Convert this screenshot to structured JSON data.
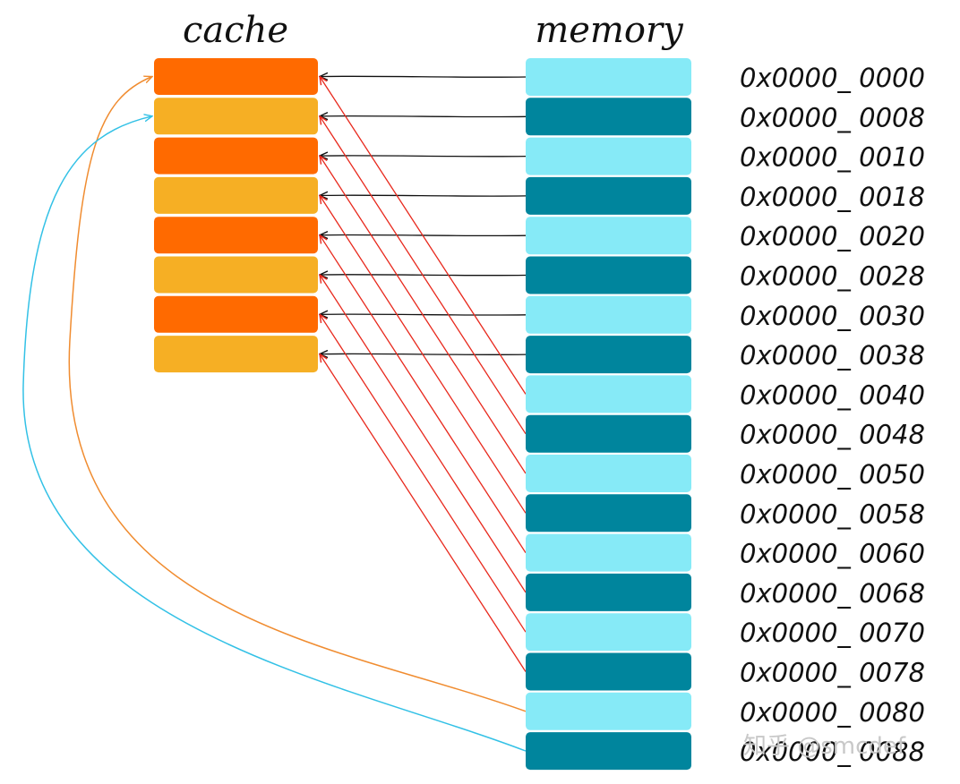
{
  "diagram": {
    "cache_title": "cache",
    "memory_title": "memory",
    "cache_line_count": 8,
    "memory_addresses": [
      "0x0000_ 0000",
      "0x0000_ 0008",
      "0x0000_ 0010",
      "0x0000_ 0018",
      "0x0000_ 0020",
      "0x0000_ 0028",
      "0x0000_ 0030",
      "0x0000_ 0038",
      "0x0000_ 0040",
      "0x0000_ 0048",
      "0x0000_ 0050",
      "0x0000_ 0058",
      "0x0000_ 0060",
      "0x0000_ 0068",
      "0x0000_ 0070",
      "0x0000_ 0078",
      "0x0000_ 0080",
      "0x0000_ 0088"
    ],
    "watermark": "知乎 @smcdef",
    "colors": {
      "cache_even": "#ff6a00",
      "cache_odd": "#f6af24",
      "memory_even": "#86eaf7",
      "memory_odd": "#00859d",
      "arrow_first_pass": "#111111",
      "arrow_second_pass": "#e8281c",
      "arrow_third_pass_a": "#f08c30",
      "arrow_third_pass_b": "#33c1e6"
    }
  }
}
